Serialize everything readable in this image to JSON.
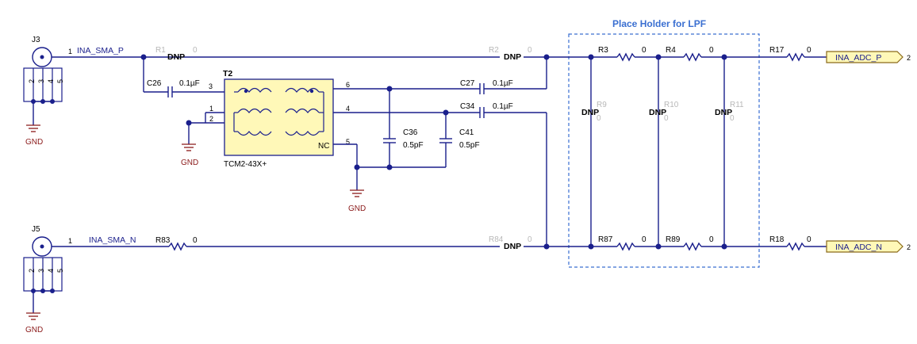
{
  "lpf_title": "Place Holder for LPF",
  "connectors": {
    "j3": {
      "ref": "J3",
      "pin1": "1",
      "net": "INA_SMA_P",
      "pins": [
        "2",
        "3",
        "4",
        "5"
      ]
    },
    "j5": {
      "ref": "J5",
      "pin1": "1",
      "net": "INA_SMA_N",
      "pins": [
        "2",
        "3",
        "4",
        "5"
      ]
    }
  },
  "gnd": "GND",
  "resistors": {
    "r1": {
      "ref": "R1",
      "val": "0",
      "note": "DNP"
    },
    "r2": {
      "ref": "R2",
      "val": "0",
      "note": "DNP"
    },
    "r3": {
      "ref": "R3",
      "val": "0"
    },
    "r4": {
      "ref": "R4",
      "val": "0"
    },
    "r17": {
      "ref": "R17",
      "val": "0"
    },
    "r83": {
      "ref": "R83",
      "val": "0"
    },
    "r84": {
      "ref": "R84",
      "val": "0",
      "note": "DNP"
    },
    "r87": {
      "ref": "R87",
      "val": "0"
    },
    "r89": {
      "ref": "R89",
      "val": "0"
    },
    "r18": {
      "ref": "R18",
      "val": "0"
    },
    "r9": {
      "ref": "R9",
      "val": "0",
      "note": "DNP"
    },
    "r10": {
      "ref": "R10",
      "val": "0",
      "note": "DNP"
    },
    "r11": {
      "ref": "R11",
      "val": "0",
      "note": "DNP"
    }
  },
  "capacitors": {
    "c26": {
      "ref": "C26",
      "val": "0.1µF"
    },
    "c27": {
      "ref": "C27",
      "val": "0.1µF"
    },
    "c34": {
      "ref": "C34",
      "val": "0.1µF"
    },
    "c36": {
      "ref": "C36",
      "val": "0.5pF"
    },
    "c41": {
      "ref": "C41",
      "val": "0.5pF"
    }
  },
  "transformer": {
    "ref": "T2",
    "part": "TCM2-43X+",
    "pins": [
      "3",
      "1",
      "2",
      "6",
      "4",
      "5"
    ],
    "nc": "NC"
  },
  "outputs": {
    "p": {
      "net": "INA_ADC_P",
      "pin": "2"
    },
    "n": {
      "net": "INA_ADC_N",
      "pin": "2"
    }
  }
}
